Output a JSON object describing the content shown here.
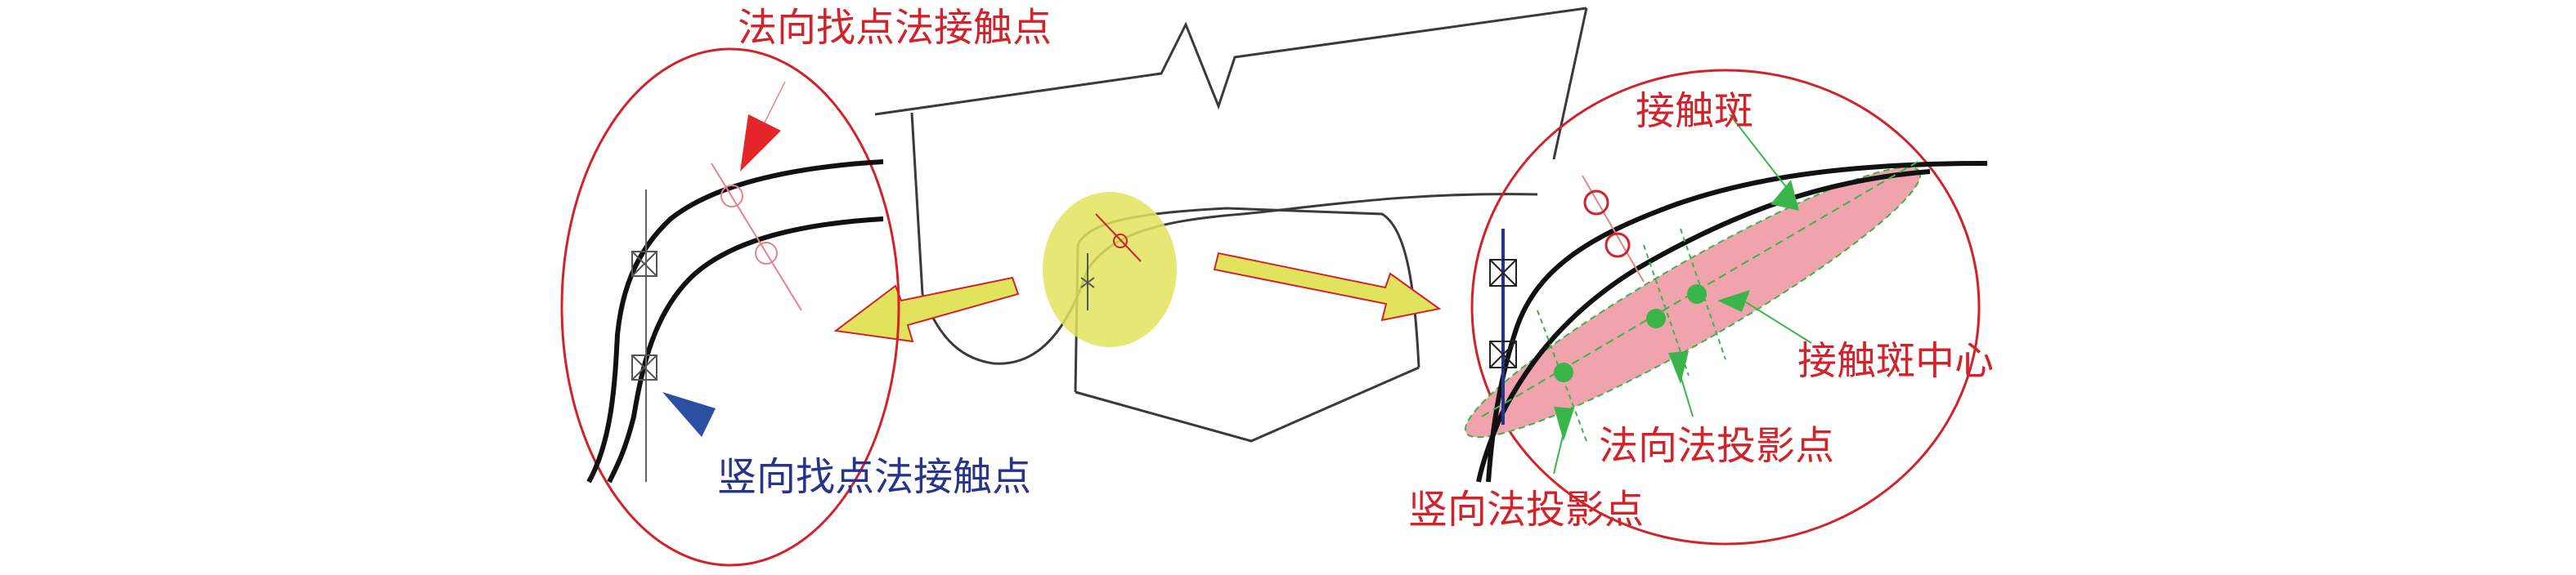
{
  "labels": {
    "normal_search_contact": "法向找点法接触点",
    "vertical_search_contact": "竖向找点法接触点",
    "contact_patch": "接触斑",
    "contact_patch_center": "接触斑中心",
    "normal_projection_point": "法向法投影点",
    "vertical_projection_point": "竖向法投影点"
  },
  "colors": {
    "line": "#111111",
    "outline": "#3a3a3a",
    "ellipse_red": "#d2232a",
    "label_red": "#d2232a",
    "label_blue": "#27348b",
    "arrow_red": "#e3262a",
    "arrow_blue": "#2d4fa3",
    "arrow_green": "#39b54a",
    "patch_fill": "#f0a3ad",
    "highlight_yellow": "#e2e35c"
  }
}
